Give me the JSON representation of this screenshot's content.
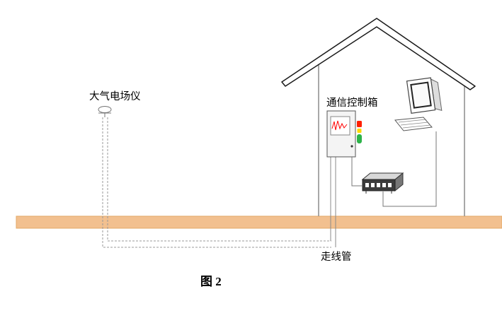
{
  "figure": {
    "caption": "图 2",
    "labels": {
      "sensor": "大气电场仪",
      "control_box": "通信控制箱",
      "conduit": "走线管"
    },
    "colors": {
      "ground": "#F2C08F",
      "ground_edge": "#E3A967",
      "waveform": "#FF0000",
      "indicator_red": "#FF2000",
      "indicator_yellow": "#FFD800",
      "indicator_green": "#2DB34A",
      "outline": "#8C8C8C",
      "roof": "#1A1A1A",
      "switch_body": "#3B3B3B"
    },
    "icons": {
      "sensor": "field-mill-sensor-icon",
      "control_box": "control-box-icon",
      "computer": "desktop-computer-icon",
      "network_switch": "network-switch-icon"
    }
  }
}
